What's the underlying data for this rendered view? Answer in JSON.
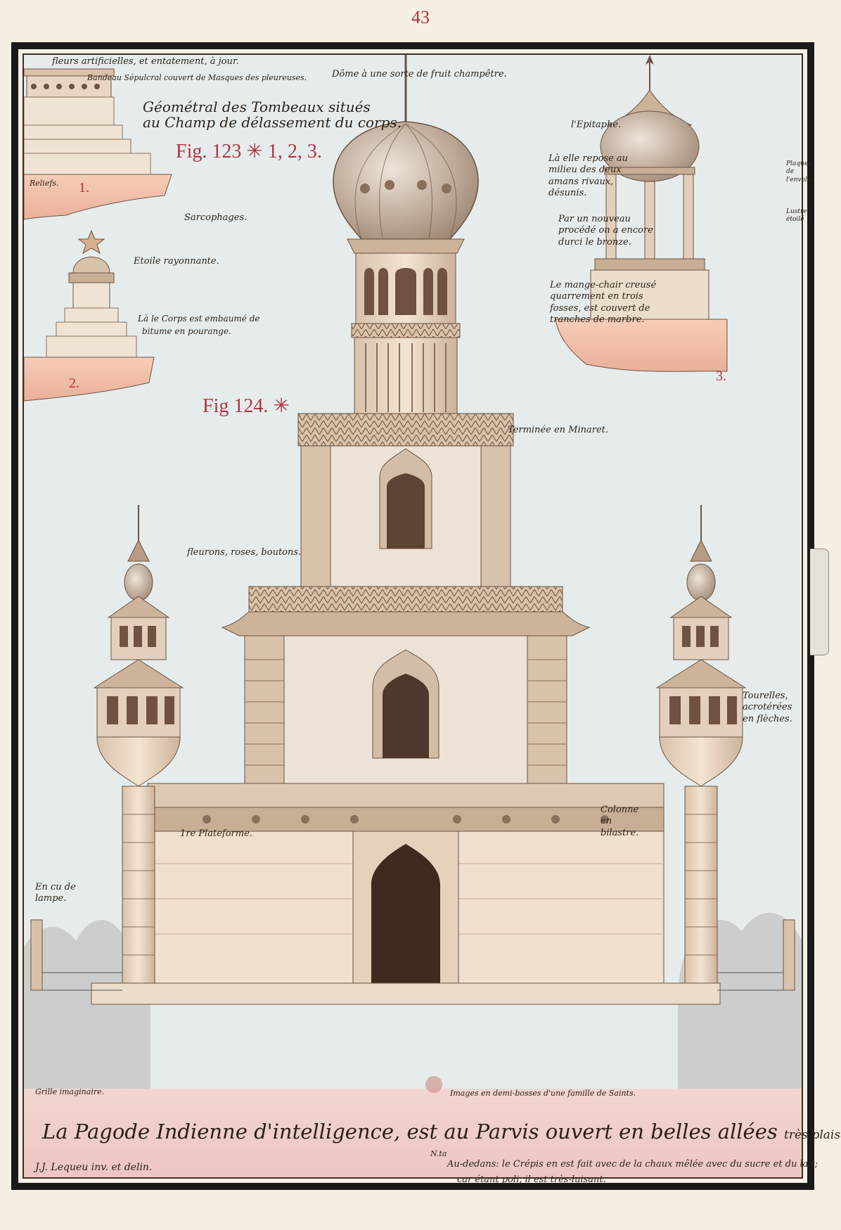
{
  "page_number": "43",
  "header": {
    "title_line1": "Géométral des Tombeaux situés",
    "title_line2": "au Champ de délassement du corps.",
    "figure_123": "Fig. 123 ✳ 1, 2, 3.",
    "figure_124": "Fig 124. ✳"
  },
  "figures": {
    "fig1_number": "1.",
    "fig2_number": "2.",
    "fig3_number": "3."
  },
  "annotations": {
    "fleurs": "fleurs artificielles, et entatement, à jour.",
    "bandeau": "Bandeau Sépulcral couvert de Masques des pleureuses.",
    "reliefs": "Reliefs.",
    "sarcophages": "Sarcophages.",
    "etoile": "Etoile rayonnante.",
    "corps": "Là le Corps est embaumé de",
    "bitume": "bitume en pourange.",
    "dome": "Dôme à une sorte de fruit champêtre.",
    "epitaphe": "l'Epitaphe.",
    "elle_repose": "Là elle repose au milieu des deux amans rivaux, désunis.",
    "nouveau_procede": "Par un nouveau procédé on a encore durci le bronze.",
    "mange_chair": "Le mange-chair creusé quarrement en trois fosses, est couvert de tranches de marbre.",
    "terminee": "Terminée en Minaret.",
    "fleurons": "fleurons, roses, boutons.",
    "tourelles": "Tourelles, acrotérées en flèches.",
    "colonne": "Colonne en bilastre.",
    "plateforme": "1re Plateforme.",
    "cul_de_lampe": "En cu de lampe.",
    "grille": "Grille imaginaire.",
    "images": "Images en demi-bosses d'une famille de Saints.",
    "side1": "Plaques de l'envolée",
    "side2": "Lustre étoilé"
  },
  "caption": {
    "main": "La Pagode Indienne d'intelligence, est au Parvis ouvert en belles allées",
    "main_tail": "très-plaisantes.",
    "note_mark": "N.ta",
    "note_line1": "Au-dedans: le Crépis en est fait avec de la chaux mêlée avec du sucre et du lait;",
    "note_line2": "car étant poli, il est très-luisant.",
    "signature": "J.J. Lequeu inv. et delin."
  },
  "colors": {
    "paper": "#f6efe3",
    "sky": "#e6ecec",
    "pedestal_pink": "#f0c2ae",
    "stone": "#ecd8c3",
    "stone_shadow": "#a88a70",
    "ink_red": "#b03441",
    "ground_pink": "#f4d4d0"
  }
}
